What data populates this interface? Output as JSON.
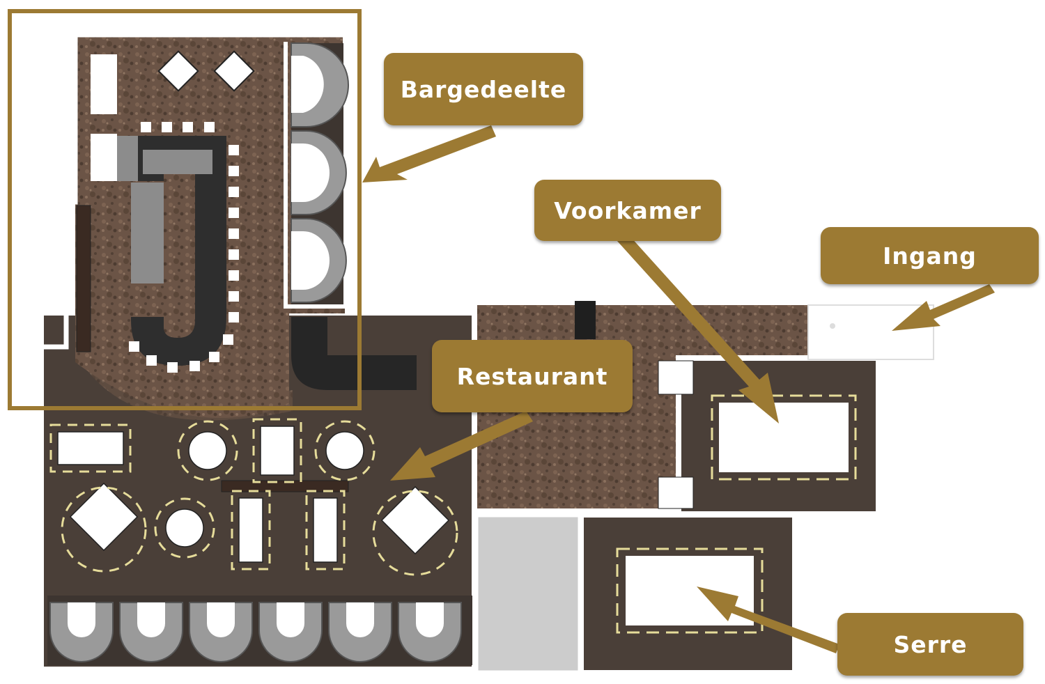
{
  "labels": {
    "bar": "Bargedeelte",
    "front_room": "Voorkamer",
    "entrance": "Ingang",
    "restaurant": "Restaurant",
    "conservatory": "Serre"
  },
  "colors": {
    "accent": "#9c7a33",
    "dark_floor": "#4a3f38",
    "stone_floor": "#6b5446",
    "counter": "#8c8c8c",
    "bench": "#9a9a9a",
    "wall": "#ffffff",
    "outline": "#222222",
    "dash": "#e6dc9a",
    "terrace": "#cccccc"
  }
}
